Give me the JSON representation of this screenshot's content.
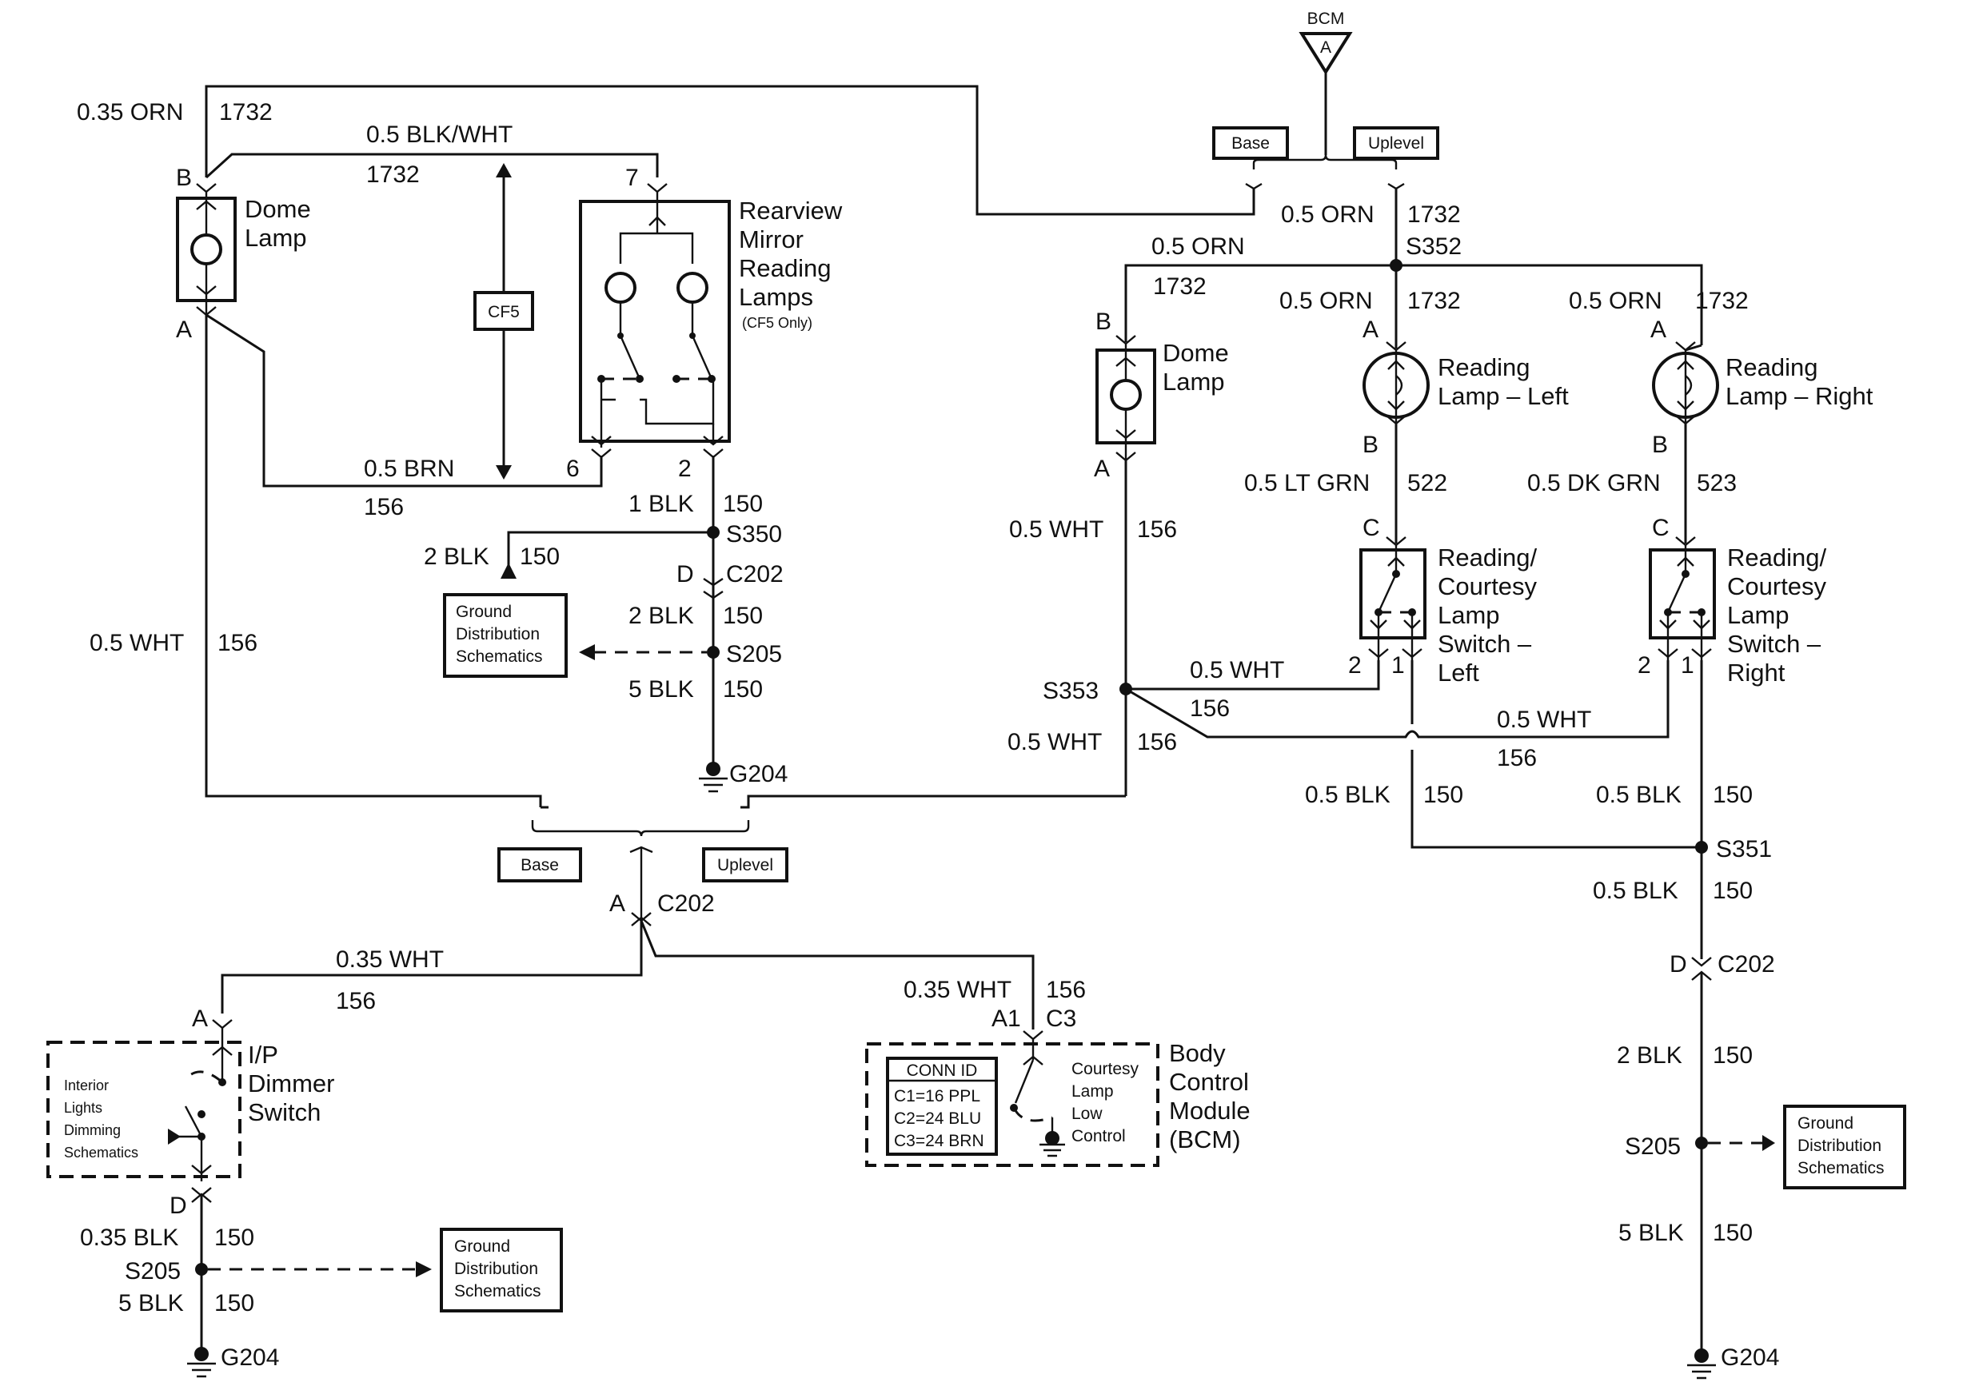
{
  "bcm_top": {
    "title": "BCM",
    "pin": "A",
    "base": "Base",
    "uplevel": "Uplevel"
  },
  "left": {
    "w1_gauge": "0.35 ORN",
    "w1_circuit": "1732",
    "w2_gauge": "0.5 BLK/WHT",
    "w2_circuit": "1732",
    "dome_lamp_title": [
      "Dome",
      "Lamp"
    ],
    "dome_pin_b": "B",
    "dome_pin_a": "A",
    "cf5": "CF5",
    "mirror_pin_7": "7",
    "mirror_title": [
      "Rearview",
      "Mirror",
      "Reading",
      "Lamps"
    ],
    "mirror_note": "(CF5 Only)",
    "brn_gauge": "0.5 BRN",
    "brn_circuit": "156",
    "mirror_pin_6": "6",
    "mirror_pin_2": "2",
    "blk1_gauge": "1 BLK",
    "blk1_circuit": "150",
    "s350": "S350",
    "blk2a_gauge": "2 BLK",
    "blk2a_circuit": "150",
    "c202_pin": "D",
    "c202": "C202",
    "ground_sch": [
      "Ground",
      "Distribution",
      "Schematics"
    ],
    "blk2b_gauge": "2 BLK",
    "blk2b_circuit": "150",
    "s205": "S205",
    "blk5_gauge": "5 BLK",
    "blk5_circuit": "150",
    "g204": "G204",
    "wht_gauge": "0.5 WHT",
    "wht_circuit": "156"
  },
  "center": {
    "base": "Base",
    "uplevel": "Uplevel",
    "c202_pin": "A",
    "c202": "C202",
    "wht_gauge": "0.35 WHT",
    "wht_circuit": "156"
  },
  "dimmer": {
    "pin_a": "A",
    "title": [
      "I/P",
      "Dimmer",
      "Switch"
    ],
    "note": [
      "Interior",
      "Lights",
      "Dimming",
      "Schematics"
    ],
    "pin_d": "D",
    "blk_gauge": "0.35 BLK",
    "blk_circuit": "150",
    "s205": "S205",
    "blk5_gauge": "5 BLK",
    "blk5_circuit": "150",
    "ground_sch": [
      "Ground",
      "Distribution",
      "Schematics"
    ],
    "g204": "G204"
  },
  "bcm_module": {
    "wht_gauge": "0.35 WHT",
    "wht_circuit": "156",
    "pin": "A1",
    "conn": "C3",
    "conn_id_title": "CONN ID",
    "conn_ids": [
      "C1=16 PPL",
      "C2=24 BLU",
      "C3=24 BRN"
    ],
    "control": [
      "Courtesy",
      "Lamp",
      "Low",
      "Control"
    ],
    "title": [
      "Body",
      "Control",
      "Module",
      "(BCM)"
    ]
  },
  "right": {
    "orn_gauge": "0.5 ORN",
    "orn_circuit": "1732",
    "s352": "S352",
    "dome_orn_gauge": "0.5 ORN",
    "dome_orn_circuit": "1732",
    "dome_pin_b": "B",
    "dome_title": [
      "Dome",
      "Lamp"
    ],
    "dome_pin_a": "A",
    "dome_wht_gauge": "0.5 WHT",
    "dome_wht_circuit": "156",
    "rl_orn_gauge": "0.5 ORN",
    "rl_orn_circuit": "1732",
    "rl_pin_a": "A",
    "rl_title": [
      "Reading",
      "Lamp – Left"
    ],
    "rl_pin_b": "B",
    "rl_grn_gauge": "0.5 LT GRN",
    "rl_grn_circuit": "522",
    "rl_pin_c": "C",
    "rl_switch": [
      "Reading/",
      "Courtesy",
      "Lamp",
      "Switch –",
      "Left"
    ],
    "rl_pin_2": "2",
    "rl_pin_1": "1",
    "rr_orn_gauge": "0.5 ORN",
    "rr_orn_circuit": "1732",
    "rr_pin_a": "A",
    "rr_title": [
      "Reading",
      "Lamp – Right"
    ],
    "rr_pin_b": "B",
    "rr_grn_gauge": "0.5 DK GRN",
    "rr_grn_circuit": "523",
    "rr_pin_c": "C",
    "rr_switch": [
      "Reading/",
      "Courtesy",
      "Lamp",
      "Switch –",
      "Right"
    ],
    "rr_pin_2": "2",
    "rr_pin_1": "1",
    "s353": "S353",
    "wht_a_gauge": "0.5 WHT",
    "wht_a_circuit": "156",
    "wht_b_gauge": "0.5 WHT",
    "wht_b_circuit": "156",
    "wht_c_gauge": "0.5 WHT",
    "wht_c_circuit": "156",
    "blk_l_gauge": "0.5 BLK",
    "blk_l_circuit": "150",
    "blk_r_gauge": "0.5 BLK",
    "blk_r_circuit": "150",
    "s351": "S351",
    "blk_s_gauge": "0.5 BLK",
    "blk_s_circuit": "150",
    "c202_pin": "D",
    "c202": "C202",
    "blk2_gauge": "2 BLK",
    "blk2_circuit": "150",
    "s205": "S205",
    "ground_sch": [
      "Ground",
      "Distribution",
      "Schematics"
    ],
    "blk5_gauge": "5 BLK",
    "blk5_circuit": "150",
    "g204": "G204"
  }
}
